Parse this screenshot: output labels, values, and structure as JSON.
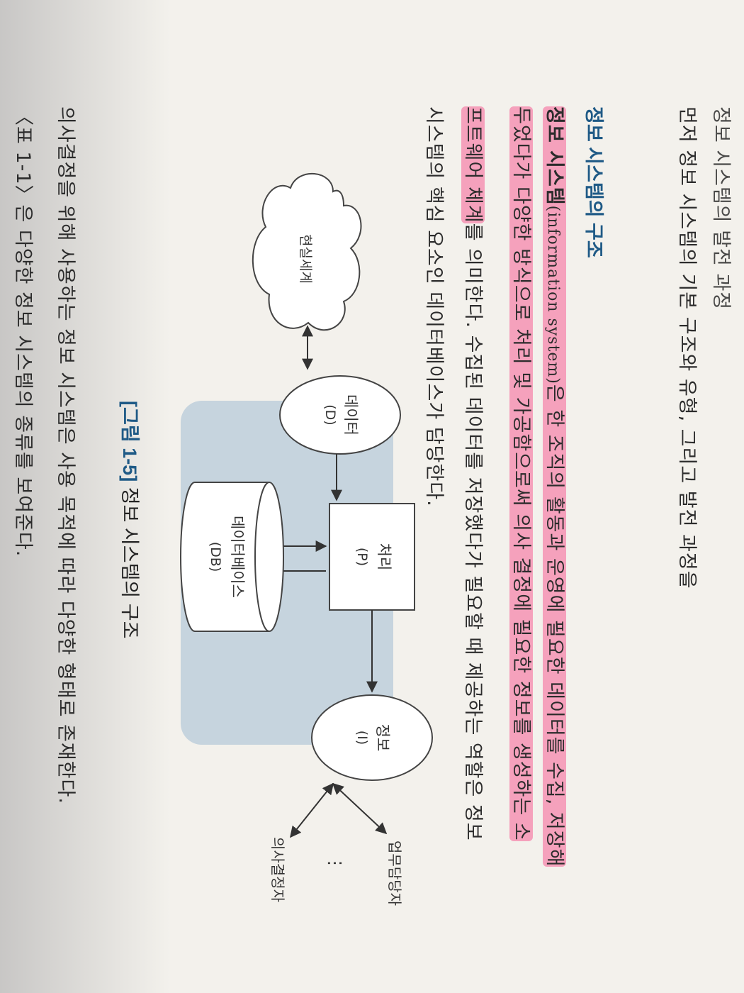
{
  "text": {
    "cut_line": "정보 시스템의 발전 과정",
    "intro": "먼저 정보 시스템의 기본 구조와 유형, 그리고 발전 과정을",
    "heading": "정보 시스템의 구조",
    "p1_a": "정보 시스템",
    "p1_latin": "(information system)",
    "p1_b": "은 한 조직의 활동과 운영에 필요한 데이터를 수집, 저장해",
    "p2": "두었다가 다양한 방식으로 처리 및 가공함으로써 의사 결정에 필요한 정보를 생성하는 소",
    "p3_a": "프트웨어 체계",
    "p3_b": "를 의미한다. 수집된 데이터를 저장했다가 필요할 때 제공하는 역할은 정보",
    "p4": "시스템의 핵심 요소인 데이터베이스가 담당한다.",
    "after1": "의사결정을 위해 사용하는 정보 시스템은 사용 목적에 따라 다양한 형태로 존재한다.",
    "after2": "〈표 1-1〉은 다양한 정보 시스템의 종류를 보여준다."
  },
  "figure": {
    "cloud_label": "현실세계",
    "data_label": "데이터",
    "data_abbr": "(D)",
    "process_label": "처리",
    "process_abbr": "(P)",
    "db_label": "데이터베이스",
    "db_abbr": "(DB)",
    "info_label": "정보",
    "info_abbr": "(I)",
    "user1": "업무담당자",
    "user2": "의사결정자",
    "ellipsis": "⋮",
    "caption_num": "[그림 1-5]",
    "caption_text": "정보 시스템의 구조"
  },
  "colors": {
    "highlight": "#f55f96",
    "heading": "#1f5a86",
    "system_box": "#c6d4de"
  }
}
